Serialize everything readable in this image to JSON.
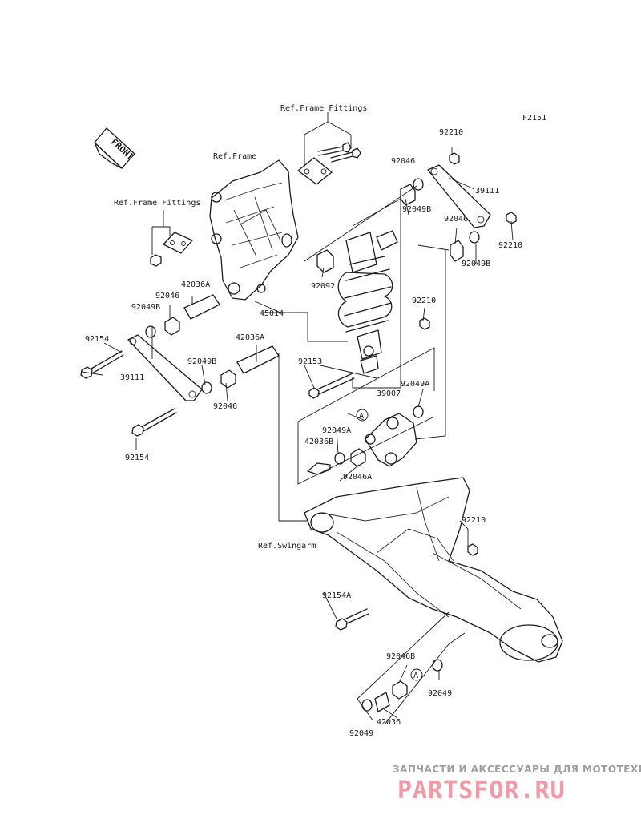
{
  "figure_code": "F2151",
  "front_label": "FRONT",
  "callout_letter": "A",
  "labels": {
    "ref_frame_fittings_top": "Ref.Frame Fittings",
    "ref_frame_fittings_left": "Ref.Frame Fittings",
    "ref_frame": "Ref.Frame",
    "ref_swingarm": "Ref.Swingarm",
    "p92210_top": "92210",
    "p92046_top": "92046",
    "p39111_right": "39111",
    "p92049B_top": "92049B",
    "p92046_right": "92046",
    "p92210_right": "92210",
    "p92049B_right": "92049B",
    "p92092": "92092",
    "p45014": "45014",
    "p42036A_left": "42036A",
    "p92046_left": "92046",
    "p92049B_left": "92049B",
    "p92154_left": "92154",
    "p39111_left": "39111",
    "p42036A_mid": "42036A",
    "p92049B_mid": "92049B",
    "p92046_mid": "92046",
    "p92154_bottom": "92154",
    "p92210_mid": "92210",
    "p92153": "92153",
    "p39007": "39007",
    "p92049A_right": "92049A",
    "p92049A_left": "92049A",
    "p42036B": "42036B",
    "p92046A": "92046A",
    "p92210_swing": "92210",
    "p92154A": "92154A",
    "p92046B": "92046B",
    "p92049_right": "92049",
    "p42036": "42036",
    "p92049_bottom": "92049"
  },
  "watermark": {
    "top_text": "ЗАПЧАСТИ И АКСЕССУАРЫ ДЛЯ МОТОТЕХНИКИ",
    "brand": "PARTSFOR.RU"
  }
}
